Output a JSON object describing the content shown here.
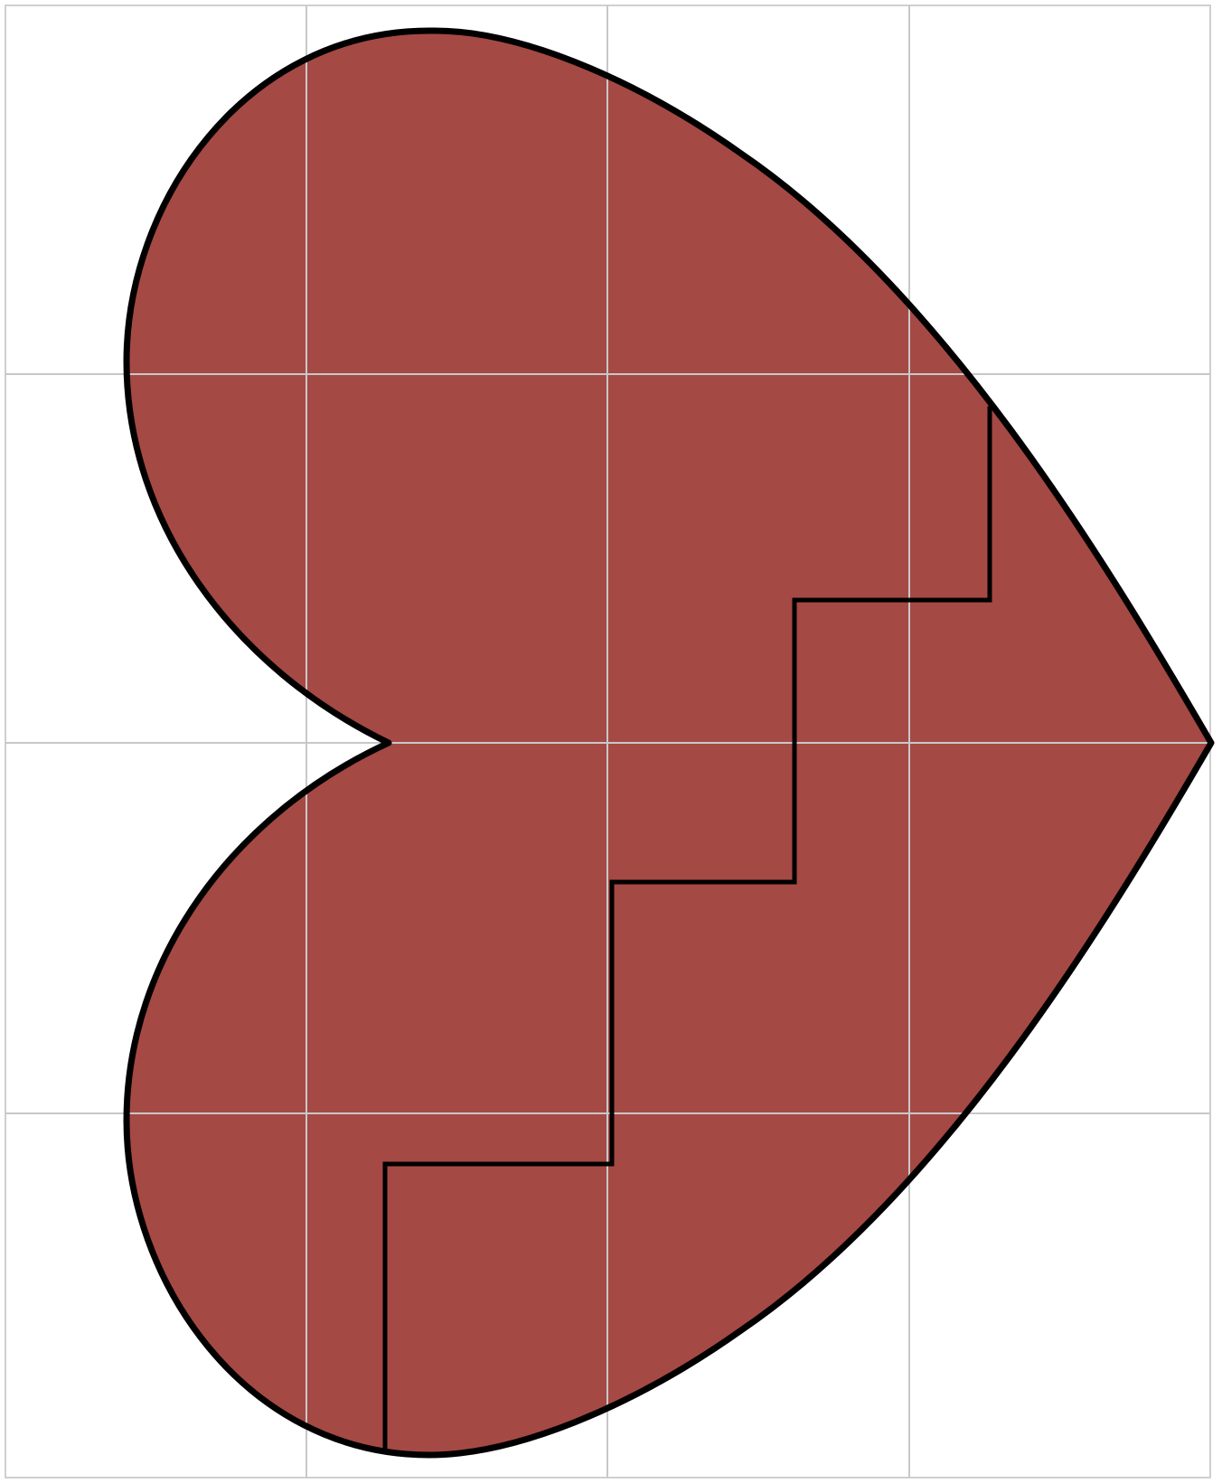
{
  "figure": {
    "subject": "heart-shape",
    "grid": {
      "columns": 4,
      "rows": 4
    },
    "colors": {
      "heart_fill": "#a54944",
      "heart_outline": "#000000",
      "crack_line": "#000000",
      "grid_line": "#c8c8c8",
      "background": "#ffffff"
    }
  }
}
